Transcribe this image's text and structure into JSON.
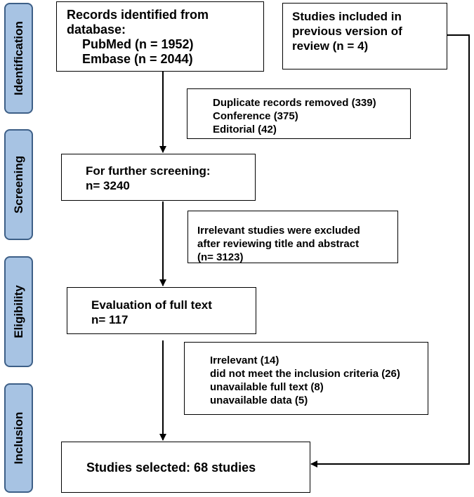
{
  "phases": {
    "identification": "Identification",
    "screening": "Screening",
    "eligibility": "Eligibility",
    "inclusion": "Inclusion"
  },
  "boxes": {
    "records_identified": {
      "line1": "Records identified from",
      "line2": "database:",
      "line3": "PubMed (n = 1952)",
      "line4": "Embase (n = 2044)"
    },
    "previous_version": {
      "line1": "Studies included in",
      "line2": "previous version of",
      "line3": "review (n = 4)"
    },
    "duplicates_removed": {
      "line1": "Duplicate records removed (339)",
      "line2": "Conference (375)",
      "line3": "Editorial (42)"
    },
    "further_screening": {
      "line1": "For further screening:",
      "line2": "n= 3240"
    },
    "irrelevant_title_abstract": {
      "line1": "Irrelevant studies were excluded",
      "line2": "after reviewing title and abstract",
      "line3": "(n= 3123)"
    },
    "full_text_evaluation": {
      "line1": "Evaluation of full text",
      "line2": "n= 117"
    },
    "full_text_exclusions": {
      "line1": "Irrelevant (14)",
      "line2": "did not meet the inclusion criteria (26)",
      "line3": "unavailable full text (8)",
      "line4": "unavailable data (5)"
    },
    "studies_selected": {
      "line1": "Studies selected: 68 studies"
    }
  },
  "colors": {
    "phase_fill": "#a7c3e3",
    "phase_border": "#3d5f87",
    "line": "#000000"
  }
}
